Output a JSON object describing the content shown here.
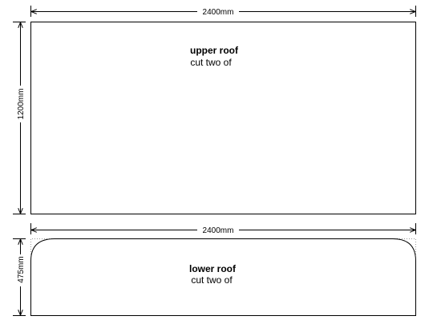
{
  "upper_panel": {
    "width_label": "2400mm",
    "height_label": "1200mm",
    "title": "upper roof",
    "note": "cut two of"
  },
  "lower_panel": {
    "width_label": "2400mm",
    "height_label": "475mm",
    "title": "lower roof",
    "note": "cut two of"
  },
  "colors": {
    "line": "#000000",
    "guide": "#999999",
    "background": "#ffffff"
  }
}
